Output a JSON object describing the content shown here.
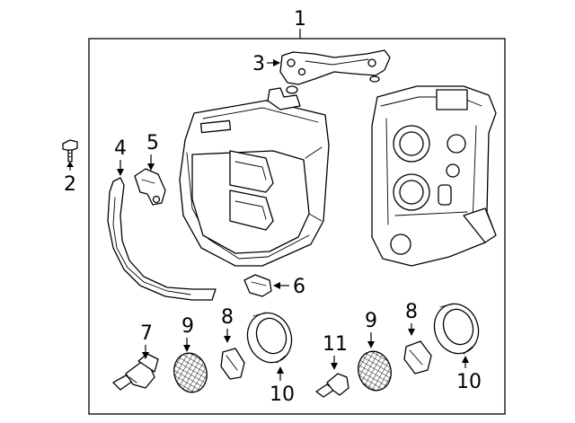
{
  "diagram": {
    "callouts": {
      "c1": "1",
      "c2": "2",
      "c3": "3",
      "c4": "4",
      "c5": "5",
      "c6": "6",
      "c7": "7",
      "c8a": "8",
      "c8b": "8",
      "c9a": "9",
      "c9b": "9",
      "c10a": "10",
      "c10b": "10",
      "c11": "11"
    },
    "colors": {
      "line": "#000000",
      "background": "#ffffff"
    }
  }
}
